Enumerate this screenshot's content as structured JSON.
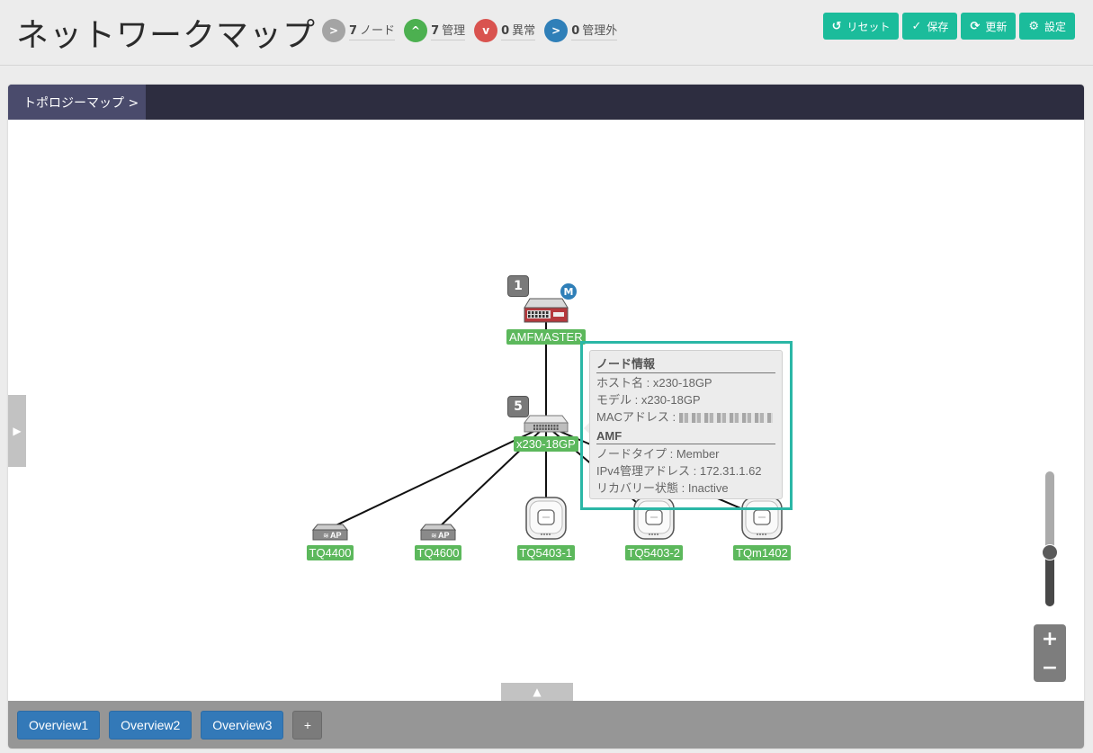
{
  "header": {
    "title": "ネットワークマップ",
    "stats": [
      {
        "icon": "nodes-icon",
        "glyph": ">",
        "count": "7",
        "label": "ノード",
        "color": "#a4a4a4"
      },
      {
        "icon": "managed-icon",
        "glyph": "^",
        "count": "7",
        "label": "管理",
        "color": "#4cb050"
      },
      {
        "icon": "abnormal-icon",
        "glyph": "v",
        "count": "0",
        "label": "異常",
        "color": "#d9534f"
      },
      {
        "icon": "unmanaged-icon",
        "glyph": ">",
        "count": "0",
        "label": "管理外",
        "color": "#2f7fb8"
      }
    ]
  },
  "toolbar": {
    "reset_label": "リセット",
    "save_label": "保存",
    "refresh_label": "更新",
    "settings_label": "設定",
    "accent": "#1bbc9b"
  },
  "panel": {
    "tab_label": "トポロジーマップ >"
  },
  "map": {
    "nodes": [
      {
        "id": "amfmaster",
        "label": "AMFMASTER",
        "type": "switch-red",
        "count": "1",
        "master_badge": "M"
      },
      {
        "id": "x230",
        "label": "x230-18GP",
        "type": "switch",
        "count": "5"
      },
      {
        "id": "tq4400",
        "label": "TQ4400",
        "type": "ap",
        "ap_text": "AP"
      },
      {
        "id": "tq4600",
        "label": "TQ4600",
        "type": "ap",
        "ap_text": "AP"
      },
      {
        "id": "tq5403-1",
        "label": "TQ5403-1",
        "type": "ap-ceiling"
      },
      {
        "id": "tq5403-2",
        "label": "TQ5403-2",
        "type": "ap-ceiling"
      },
      {
        "id": "tqm1402",
        "label": "TQm1402",
        "type": "ap-ceiling"
      }
    ],
    "links": [
      [
        "amfmaster",
        "x230"
      ],
      [
        "x230",
        "tq4400"
      ],
      [
        "x230",
        "tq4600"
      ],
      [
        "x230",
        "tq5403-1"
      ],
      [
        "x230",
        "tq5403-2"
      ],
      [
        "x230",
        "tqm1402"
      ]
    ],
    "side_toggle": "▶",
    "bottom_toggle": "▲"
  },
  "tooltip": {
    "node_header": "ノード情報",
    "hostname": "ホスト名 : x230-18GP",
    "model": "モデル : x230-18GP",
    "mac_label": "MACアドレス : ",
    "amf_header": "AMF",
    "node_type": "ノードタイプ : Member",
    "ipv4": "IPv4管理アドレス : 172.31.1.62",
    "recovery": "リカバリー状態 : Inactive"
  },
  "zoom": {
    "level_fraction": 0.4,
    "plus": "+",
    "minus": "−"
  },
  "footer": {
    "overviews": [
      "Overview1",
      "Overview2",
      "Overview3"
    ],
    "add_label": "+"
  }
}
